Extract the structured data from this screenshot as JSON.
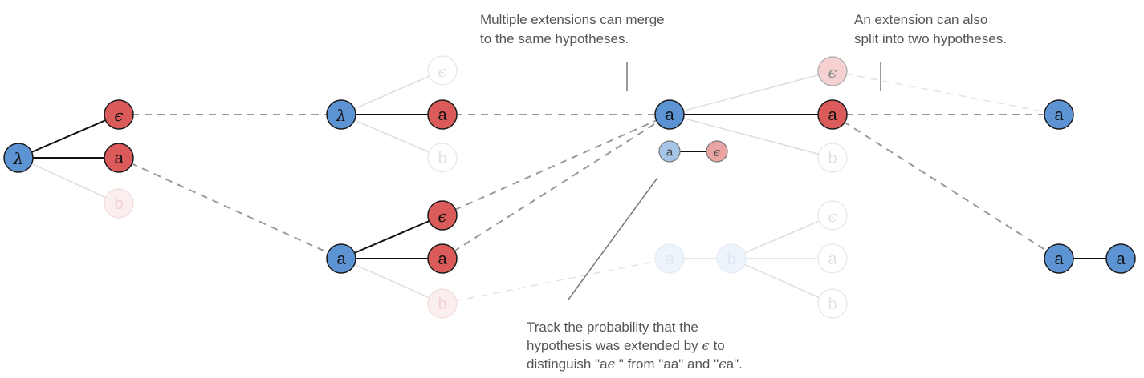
{
  "colors": {
    "blue": "#5b93d3",
    "red": "#db5a5a",
    "edge_solid": "#111111",
    "edge_faded": "#dddddd",
    "edge_dashed": "#999999",
    "pointer": "#777777",
    "text": "#555555"
  },
  "annotations": {
    "merge": {
      "line1": "Multiple extensions can merge",
      "line2": "to the same hypotheses."
    },
    "split": {
      "line1": "An extension can also",
      "line2": "split into two hypotheses."
    },
    "track": {
      "line1": "Track the probability that the",
      "line2_prefix": "hypothesis was extended by ",
      "line2_symbol": "ϵ",
      "line2_suffix": " to",
      "line3_prefix": "distinguish \"a",
      "line3_symbol": "ϵ",
      "line3_middle": " \" from \"aa\" and \"",
      "line3_symbol2": "ϵ",
      "line3_suffix": "a\"."
    }
  },
  "nodes": [
    {
      "id": "root",
      "label": "λ",
      "color": "blue",
      "style": "solid",
      "symbol": true
    },
    {
      "id": "c1_eps",
      "label": "ϵ",
      "color": "red",
      "style": "solid",
      "symbol": true
    },
    {
      "id": "c1_a",
      "label": "a",
      "color": "red",
      "style": "solid"
    },
    {
      "id": "c1_b",
      "label": "b",
      "color": "red",
      "style": "faded"
    },
    {
      "id": "h1",
      "label": "λ",
      "color": "blue",
      "style": "solid",
      "symbol": true
    },
    {
      "id": "h1_eps",
      "label": "ϵ",
      "color": "grey",
      "style": "faded",
      "symbol": true
    },
    {
      "id": "h1_a",
      "label": "a",
      "color": "red",
      "style": "solid"
    },
    {
      "id": "h1_b",
      "label": "b",
      "color": "grey",
      "style": "faded"
    },
    {
      "id": "h2",
      "label": "a",
      "color": "blue",
      "style": "solid"
    },
    {
      "id": "h2_eps",
      "label": "ϵ",
      "color": "red",
      "style": "solid",
      "symbol": true
    },
    {
      "id": "h2_a",
      "label": "a",
      "color": "red",
      "style": "solid"
    },
    {
      "id": "h2_b",
      "label": "b",
      "color": "red",
      "style": "faded"
    },
    {
      "id": "m",
      "label": "a",
      "color": "blue",
      "style": "solid"
    },
    {
      "id": "m_prob_a",
      "label": "a",
      "color": "blue",
      "style": "light",
      "small": true
    },
    {
      "id": "m_prob_eps",
      "label": "ϵ",
      "color": "red",
      "style": "light",
      "small": true,
      "symbol": true
    },
    {
      "id": "m_eps",
      "label": "ϵ",
      "color": "red",
      "style": "semi",
      "symbol": true
    },
    {
      "id": "m_a",
      "label": "a",
      "color": "red",
      "style": "solid"
    },
    {
      "id": "m_b",
      "label": "b",
      "color": "grey",
      "style": "faded"
    },
    {
      "id": "f1",
      "label": "a",
      "color": "blue",
      "style": "faded"
    },
    {
      "id": "f2",
      "label": "b",
      "color": "blue",
      "style": "faded"
    },
    {
      "id": "f2_eps",
      "label": "ϵ",
      "color": "grey",
      "style": "faded",
      "symbol": true
    },
    {
      "id": "f2_a",
      "label": "a",
      "color": "grey",
      "style": "faded"
    },
    {
      "id": "f2_b",
      "label": "b",
      "color": "grey",
      "style": "faded"
    },
    {
      "id": "r1",
      "label": "a",
      "color": "blue",
      "style": "solid"
    },
    {
      "id": "r2",
      "label": "a",
      "color": "blue",
      "style": "solid"
    },
    {
      "id": "r3",
      "label": "a",
      "color": "blue",
      "style": "solid"
    }
  ],
  "edges": [
    {
      "from": "root",
      "to": "c1_eps",
      "style": "solid"
    },
    {
      "from": "root",
      "to": "c1_a",
      "style": "solid"
    },
    {
      "from": "root",
      "to": "c1_b",
      "style": "faded"
    },
    {
      "from": "h1",
      "to": "h1_eps",
      "style": "faded"
    },
    {
      "from": "h1",
      "to": "h1_a",
      "style": "solid"
    },
    {
      "from": "h1",
      "to": "h1_b",
      "style": "faded"
    },
    {
      "from": "h2",
      "to": "h2_eps",
      "style": "solid"
    },
    {
      "from": "h2",
      "to": "h2_a",
      "style": "solid"
    },
    {
      "from": "h2",
      "to": "h2_b",
      "style": "faded"
    },
    {
      "from": "m",
      "to": "m_eps",
      "style": "faded"
    },
    {
      "from": "m",
      "to": "m_a",
      "style": "solid"
    },
    {
      "from": "m",
      "to": "m_b",
      "style": "faded"
    },
    {
      "from": "m_prob_a",
      "to": "m_prob_eps",
      "style": "solid"
    },
    {
      "from": "f1",
      "to": "f2",
      "style": "faded"
    },
    {
      "from": "f2",
      "to": "f2_eps",
      "style": "faded"
    },
    {
      "from": "f2",
      "to": "f2_a",
      "style": "faded"
    },
    {
      "from": "f2",
      "to": "f2_b",
      "style": "faded"
    },
    {
      "from": "r2",
      "to": "r3",
      "style": "solid"
    },
    {
      "from": "c1_eps",
      "to": "h1",
      "style": "dashed"
    },
    {
      "from": "c1_a",
      "to": "h2",
      "style": "dashed"
    },
    {
      "from": "h1_a",
      "to": "m",
      "style": "dashed"
    },
    {
      "from": "h2_eps",
      "to": "m",
      "style": "dashed"
    },
    {
      "from": "h2_a",
      "to": "m",
      "style": "dashed"
    },
    {
      "from": "h2_b",
      "to": "f1",
      "style": "dashed-faded"
    },
    {
      "from": "m_a",
      "to": "r1",
      "style": "dashed"
    },
    {
      "from": "m_eps",
      "to": "r1",
      "style": "dashed-faded"
    },
    {
      "from": "m_a",
      "to": "r2",
      "style": "dashed"
    }
  ]
}
